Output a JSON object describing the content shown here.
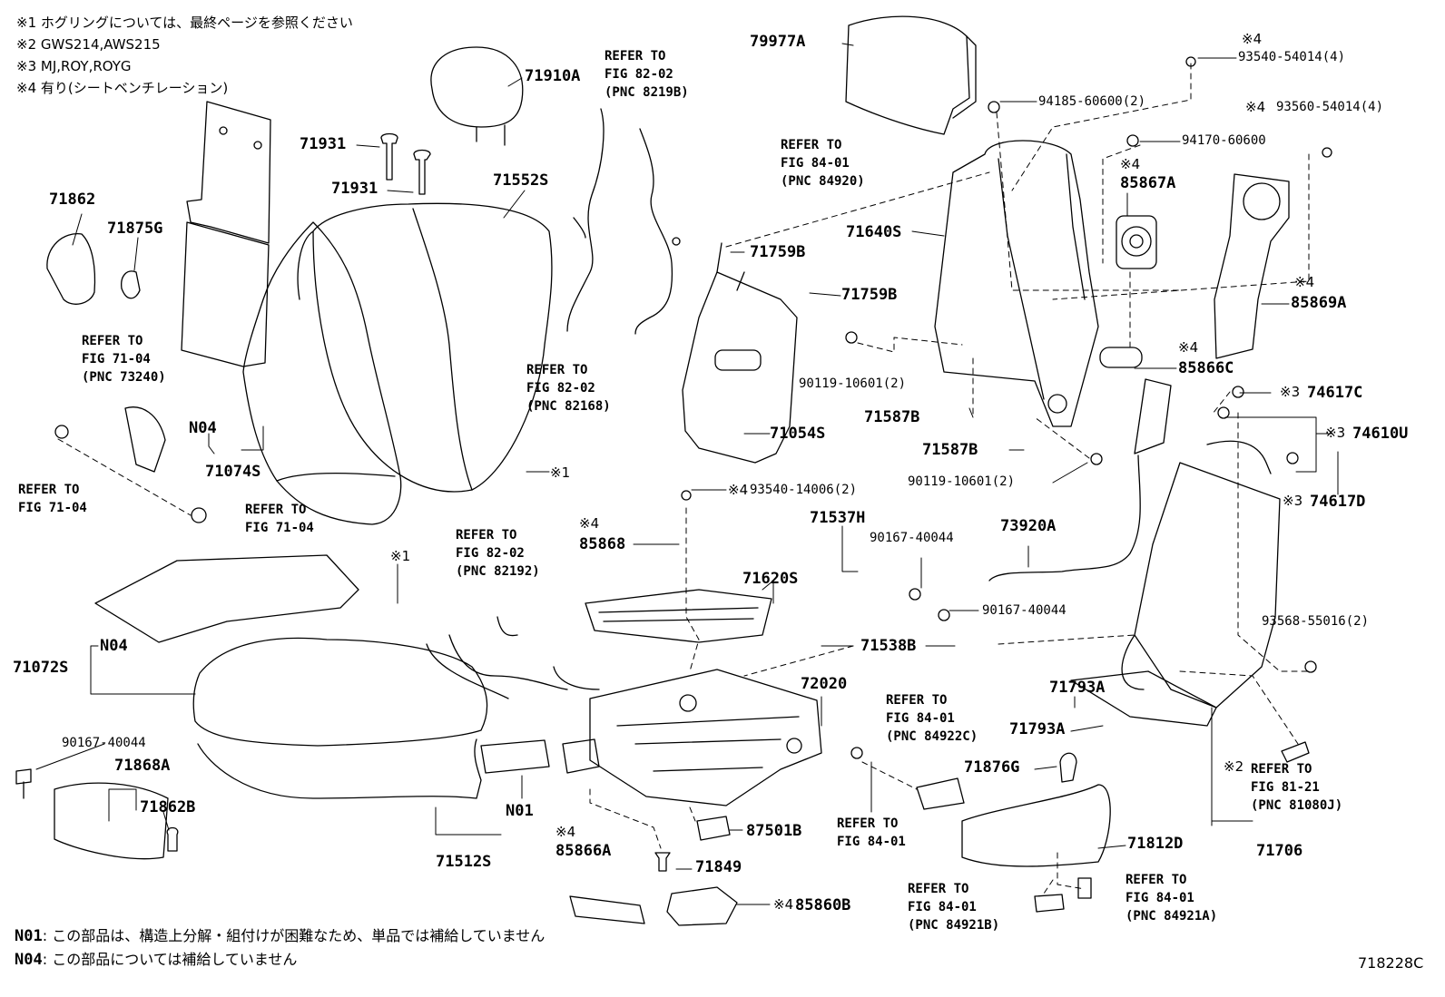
{
  "notes": {
    "n1": "※1 ホグリングについては、最終ページを参照ください",
    "n2": "※2 GWS214,AWS215",
    "n3": "※3 MJ,ROY,ROYG",
    "n4": "※4 有り(シートベンチレーション)"
  },
  "footer": {
    "n01_code": "N01",
    "n01_text": ": この部品は、構造上分解・組付けが困難なため、単品では補給していません",
    "n04_code": "N04",
    "n04_text": ": この部品については補給していません",
    "figure_id": "718228C"
  },
  "marks": {
    "m1": "※1",
    "m2": "※2",
    "m3": "※3",
    "m4": "※4"
  },
  "parts": {
    "p79977A": "79977A",
    "p71910A": "71910A",
    "p71931": "71931",
    "p71552S": "71552S",
    "p71862": "71862",
    "p71875G": "71875G",
    "p71074S": "71074S",
    "pN04": "N04",
    "p71759B": "71759B",
    "p71640S": "71640S",
    "p85867A": "85867A",
    "p85869A": "85869A",
    "p85866C": "85866C",
    "p90119_1": "90119-10601(2)",
    "p90119_2": "90119-10601(2)",
    "p71587B": "71587B",
    "p71054S": "71054S",
    "p93540_54014": "93540-54014(4)",
    "p94185": "94185-60600(2)",
    "p93560": "93560-54014(4)",
    "p94170": "94170-60600",
    "p74617C": "74617C",
    "p74610U": "74610U",
    "p74617D": "74617D",
    "p93540_14006": "93540-14006(2)",
    "p85868": "85868",
    "p71537H": "71537H",
    "p90167_40044": "90167-40044",
    "p73920A": "73920A",
    "p71620S": "71620S",
    "p71538B": "71538B",
    "p93568": "93568-55016(2)",
    "p71072S": "71072S",
    "p72020": "72020",
    "p71793A": "71793A",
    "p71868A": "71868A",
    "p71862B": "71862B",
    "pN01": "N01",
    "p71512S": "71512S",
    "p71876G": "71876G",
    "p87501B": "87501B",
    "p85866A": "85866A",
    "p71849": "71849",
    "p85860B": "85860B",
    "p71812D": "71812D",
    "p71706": "71706"
  },
  "refs": {
    "refer_to": "REFER TO",
    "fig_82_02": "FIG 82-02",
    "fig_84_01": "FIG 84-01",
    "fig_71_04": "FIG 71-04",
    "fig_81_21": "FIG 81-21",
    "pnc_8219B": "(PNC 8219B)",
    "pnc_84920": "(PNC 84920)",
    "pnc_73240": "(PNC 73240)",
    "pnc_82168": "(PNC 82168)",
    "pnc_82192": "(PNC 82192)",
    "pnc_84922C": "(PNC 84922C)",
    "pnc_81080J": "(PNC 81080J)",
    "pnc_84921B": "(PNC 84921B)",
    "pnc_84921A": "(PNC 84921A)"
  }
}
